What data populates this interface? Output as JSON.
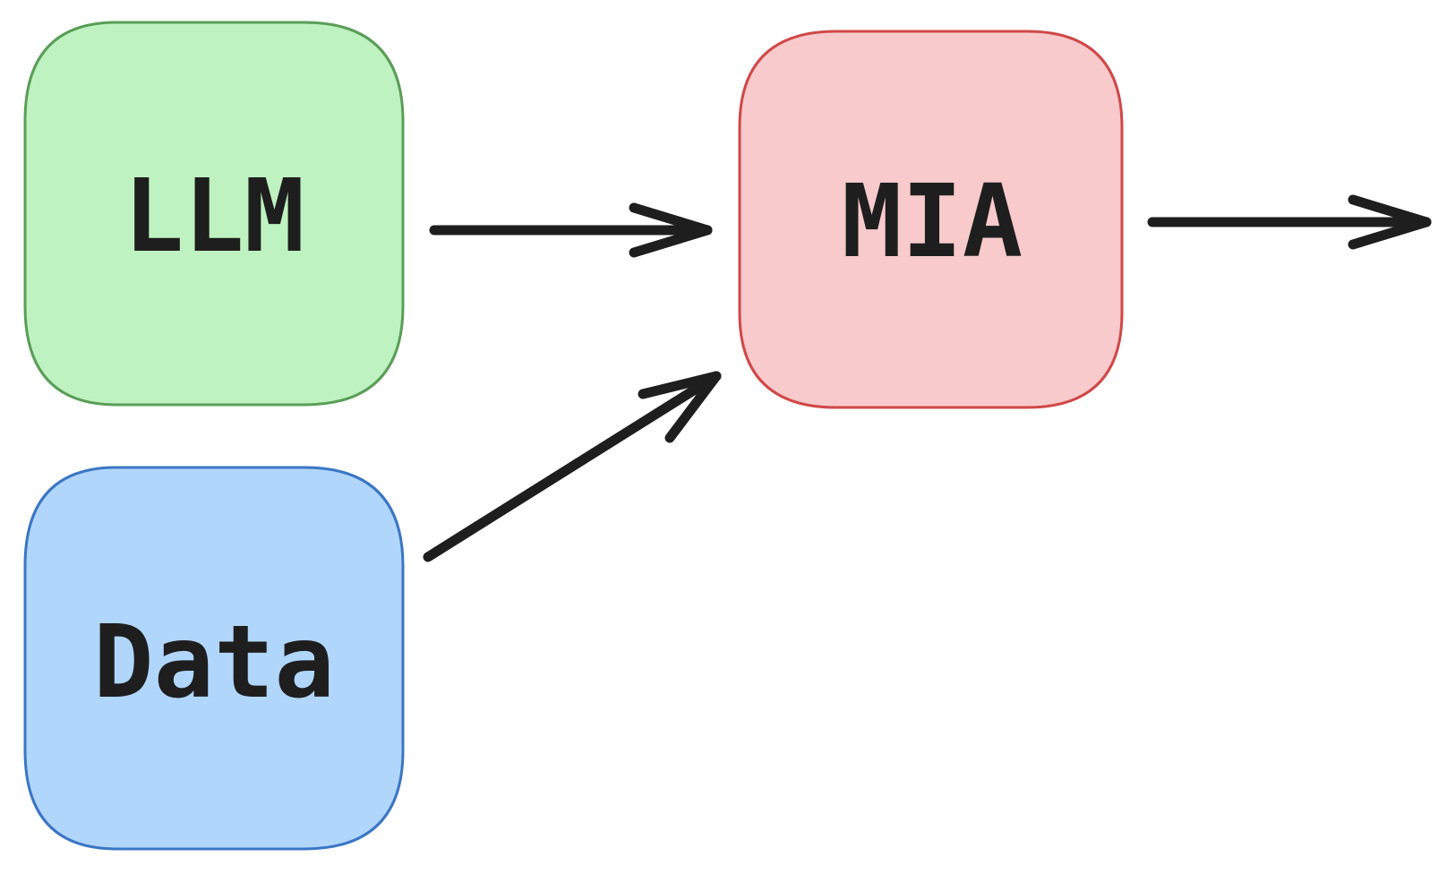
{
  "diagram": {
    "type": "flowchart",
    "nodes": [
      {
        "id": "llm",
        "label": "LLM",
        "fill": "#bff2c1",
        "stroke": "#5a9e58"
      },
      {
        "id": "data",
        "label": "Data",
        "fill": "#b0d6fb",
        "stroke": "#3b76c4"
      },
      {
        "id": "mia",
        "label": "MIA",
        "fill": "#f8cacb",
        "stroke": "#d04848"
      }
    ],
    "edges": [
      {
        "from": "llm",
        "to": "mia"
      },
      {
        "from": "data",
        "to": "mia"
      },
      {
        "from": "mia",
        "to": ""
      }
    ],
    "colors": {
      "line": "#1e1e1e",
      "text": "#1e1e1e",
      "background": "#ffffff"
    }
  }
}
